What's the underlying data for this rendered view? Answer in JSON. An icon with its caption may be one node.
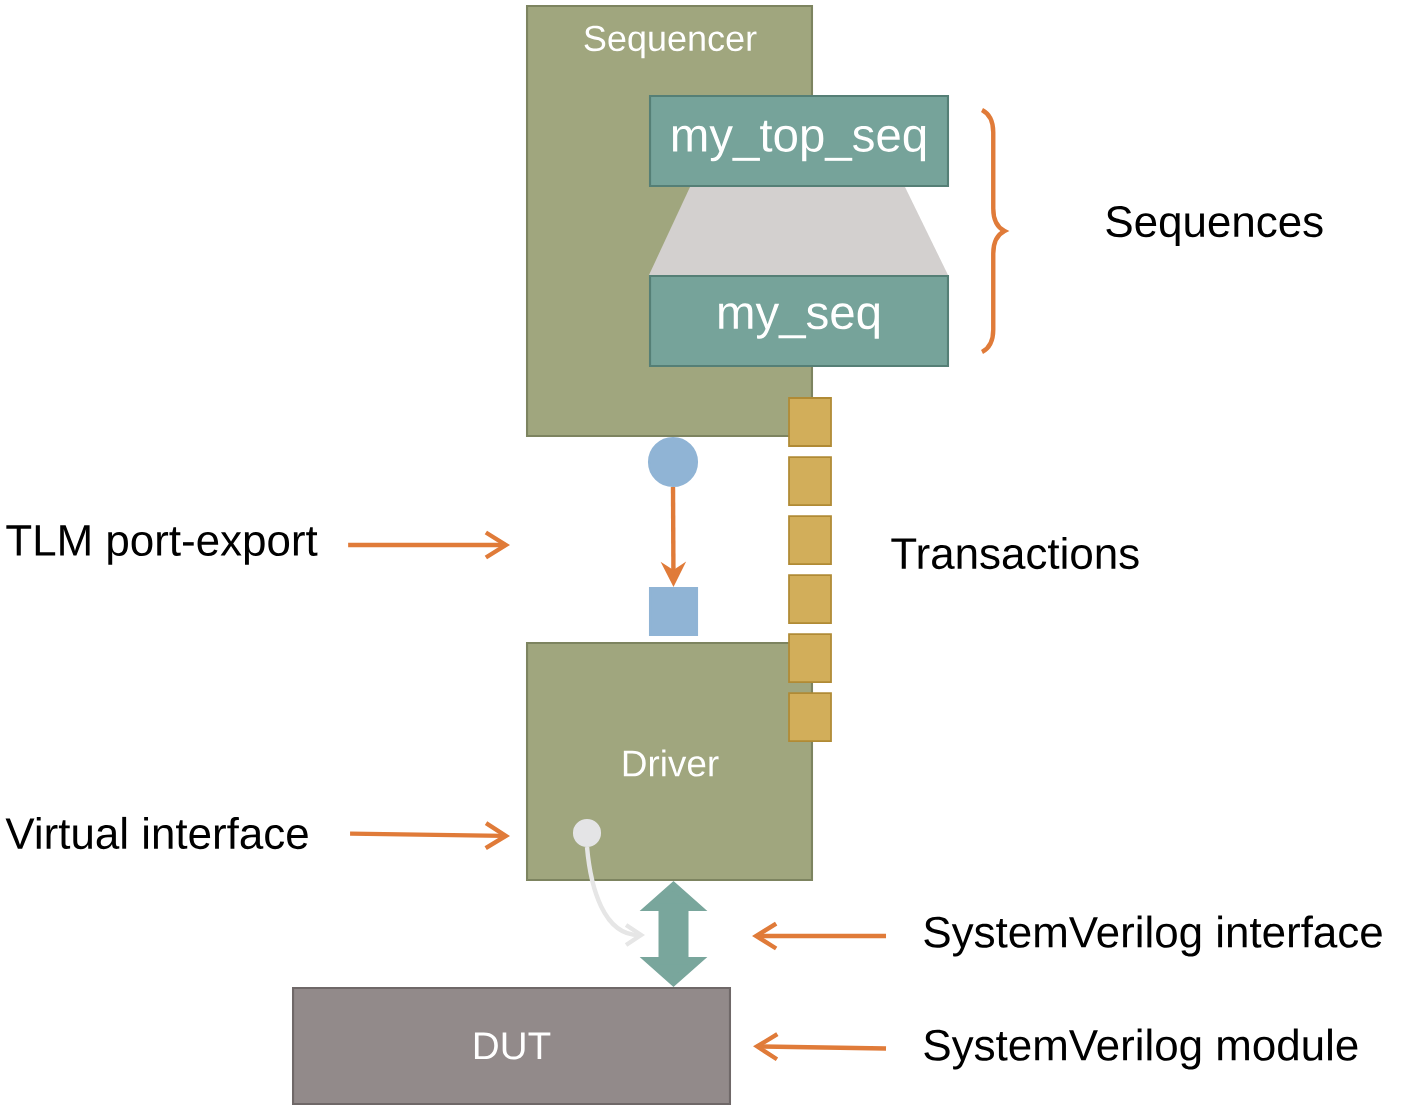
{
  "diagram": {
    "nodes": [
      {
        "text": [
          "Sequencer"
        ]
      },
      {
        "text": [
          "my_top_seq"
        ]
      },
      {
        "text": [],
        "shape": "trapezoid"
      },
      {
        "text": [
          "my_seq"
        ]
      },
      {
        "text": [],
        "shape": "circle"
      },
      {
        "text": [],
        "shape": "box"
      },
      {
        "text": [
          "Driver"
        ]
      },
      {
        "text": [],
        "shape": "circle",
        "in": 6
      },
      {
        "text": [
          "DUT"
        ]
      },
      {
        "text": [
          "TLM port-export"
        ]
      },
      {
        "text": [
          "Virtual interface"
        ]
      },
      {
        "text": [
          "SystemVerilog interface"
        ]
      },
      {
        "text": [
          "SystemVerilog module"
        ]
      }
    ],
    "edges": [
      {
        "from": 4,
        "to": 5,
        "arrow": "to"
      },
      {
        "from": 7,
        "to": null,
        "arrow": "to",
        "color": "#e6e6e6"
      },
      {
        "from": 9,
        "to": null,
        "arrow": "to"
      },
      {
        "from": 10,
        "to": null,
        "arrow": "to"
      },
      {
        "from": 6,
        "to": 8,
        "arrow": "both",
        "style": "thick",
        "color": "#79a69c"
      },
      {
        "from": 11,
        "to": null,
        "arrow": "to"
      },
      {
        "from": 12,
        "to": 8,
        "arrow": "to"
      }
    ],
    "labels": [
      "Sequences",
      "Transactions"
    ]
  }
}
